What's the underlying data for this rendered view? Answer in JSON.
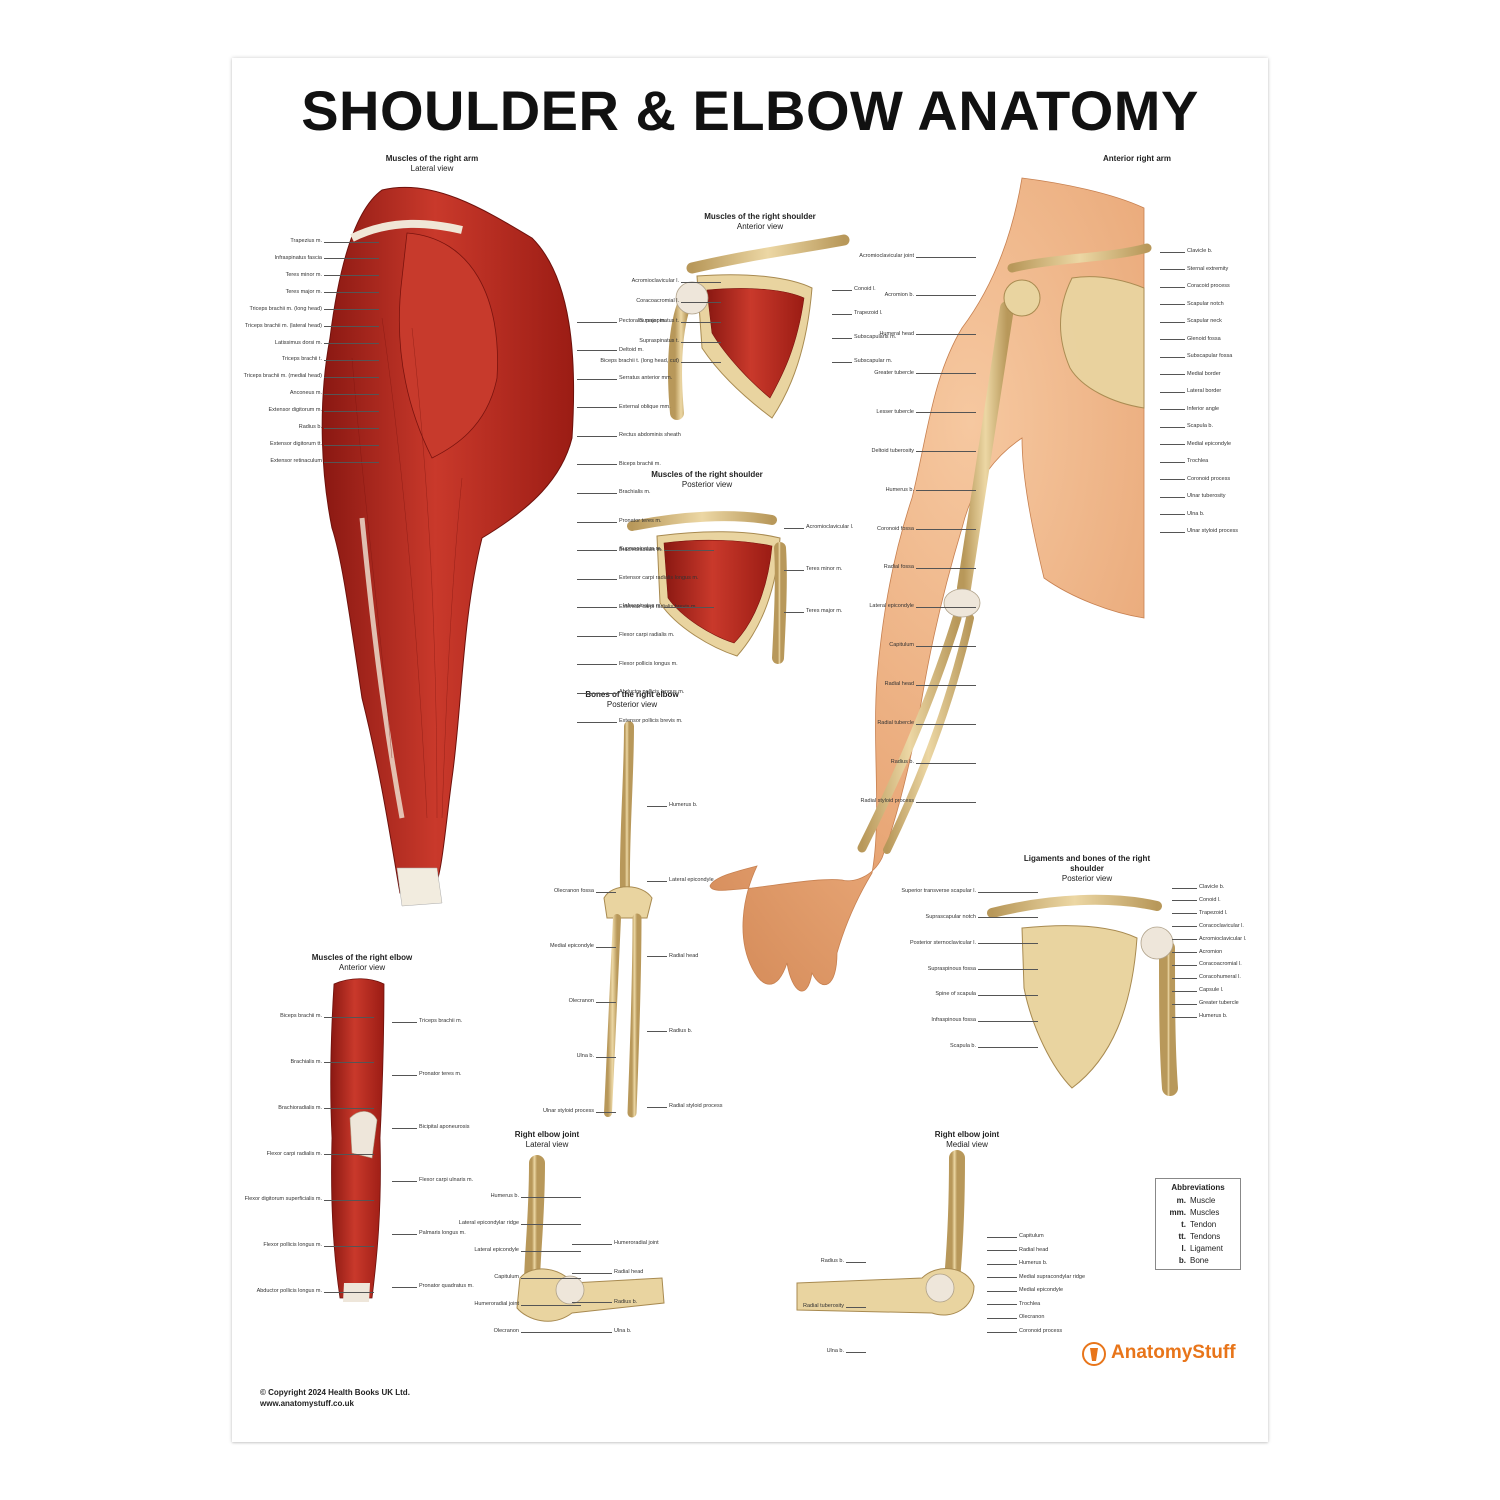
{
  "title": "SHOULDER & ELBOW ANATOMY",
  "figures": {
    "lateral_arm": {
      "title": "Muscles of the right arm",
      "subtitle": "Lateral view",
      "labels_left": [
        "Trapezius m.",
        "Infraspinatus fascia",
        "Teres minor m.",
        "Teres major m.",
        "Triceps brachii m. (long head)",
        "Triceps brachii m. (lateral head)",
        "Latissimus dorsi m.",
        "Triceps brachii t.",
        "Triceps brachii m. (medial head)",
        "Anconeus m.",
        "Extensor digitorum m.",
        "Radius b.",
        "Extensor digitorum tt.",
        "Extensor retinaculum"
      ],
      "labels_right": [
        "Pectoralis major m.",
        "Deltoid m.",
        "Serratus anterior mm.",
        "External oblique mm.",
        "Rectus abdominis sheath",
        "Biceps brachii m.",
        "Brachialis m.",
        "Pronator teres m.",
        "Brachioradialis m.",
        "Extensor carpi radialis longus m.",
        "Extensor carpi radialis brevis m.",
        "Flexor carpi radialis m.",
        "Flexor pollicis longus m.",
        "Abductor pollicis longus m.",
        "Extensor pollicis brevis m."
      ]
    },
    "shoulder_anterior": {
      "title": "Muscles of the right shoulder",
      "subtitle": "Anterior view",
      "labels_left": [
        "Acromioclavicular l.",
        "Coracoacromial l.",
        "Supraspinatus t.",
        "Supraspinatus t.",
        "Biceps brachii t. (long head, cut)"
      ],
      "labels_right": [
        "Conoid l.",
        "Trapezoid l.",
        "Subscapularis m.",
        "Subscapular m."
      ]
    },
    "shoulder_posterior": {
      "title": "Muscles of the right shoulder",
      "subtitle": "Posterior view",
      "labels_left": [
        "Supraspinatus m.",
        "Infraspinatus m."
      ],
      "labels_right": [
        "Acromioclavicular l.",
        "Teres minor m.",
        "Teres major m."
      ]
    },
    "anterior_arm": {
      "title": "Anterior right arm",
      "labels_left": [
        "Acromioclavicular joint",
        "Acromion b.",
        "Humeral head",
        "Greater tubercle",
        "Lesser tubercle",
        "Deltoid tuberosity",
        "Humerus b.",
        "Coronoid fossa",
        "Radial fossa",
        "Lateral epicondyle",
        "Capitulum",
        "Radial head",
        "Radial tubercle",
        "Radius b.",
        "Radial styloid process"
      ],
      "labels_right": [
        "Clavicle b.",
        "Sternal extremity",
        "Coracoid process",
        "Scapular notch",
        "Scapular neck",
        "Glenoid fossa",
        "Subscapular fossa",
        "Medial border",
        "Lateral border",
        "Inferior angle",
        "Scapula b.",
        "Medial epicondyle",
        "Trochlea",
        "Coronoid process",
        "Ulnar tuberosity",
        "Ulna b.",
        "Ulnar styloid process"
      ]
    },
    "elbow_bones": {
      "title": "Bones of the right elbow",
      "subtitle": "Posterior view",
      "labels_left": [
        "Olecranon fossa",
        "Medial epicondyle",
        "Olecranon",
        "Ulna b.",
        "Ulnar styloid process"
      ],
      "labels_right": [
        "Humerus b.",
        "Lateral epicondyle",
        "Radial head",
        "Radius b.",
        "Radial styloid process"
      ]
    },
    "ligaments": {
      "title": "Ligaments and bones of the right shoulder",
      "subtitle": "Posterior view",
      "labels_left": [
        "Superior transverse scapular l.",
        "Suprascapular notch",
        "Posterior sternoclavicular l.",
        "Supraspinous fossa",
        "Spine of scapula",
        "Infraspinous fossa",
        "Scapula b."
      ],
      "labels_right": [
        "Clavicle b.",
        "Conoid l.",
        "Trapezoid l.",
        "Coracoclavicular l.",
        "Acromioclavicular l.",
        "Acromion",
        "Coracoacromial l.",
        "Coracohumeral l.",
        "Capsule l.",
        "Greater tubercle",
        "Humerus b."
      ]
    },
    "elbow_muscles": {
      "title": "Muscles of the right elbow",
      "subtitle": "Anterior view",
      "labels_left": [
        "Biceps brachii m.",
        "Brachialis m.",
        "Brachioradialis m.",
        "Flexor carpi radialis m.",
        "Flexor digitorum superficialis m.",
        "Flexor pollicis longus m.",
        "Abductor pollicis longus m."
      ],
      "labels_right": [
        "Triceps brachii m.",
        "Pronator teres m.",
        "Bicipital aponeurosis",
        "Flexor carpi ulnaris m.",
        "Palmaris longus m.",
        "Pronator quadratus m."
      ]
    },
    "elbow_lateral": {
      "title": "Right elbow joint",
      "subtitle": "Lateral view",
      "labels_left": [
        "Humerus b.",
        "Lateral epicondylar ridge",
        "Lateral epicondyle",
        "Capitulum",
        "Humeroradial joint",
        "Olecranon"
      ],
      "labels_right": [
        "Humeroradial joint",
        "Radial head",
        "Radius b.",
        "Ulna b."
      ]
    },
    "elbow_medial": {
      "title": "Right elbow joint",
      "subtitle": "Medial view",
      "labels_left": [
        "Radius b.",
        "Radial tuberosity",
        "Ulna b."
      ],
      "labels_right": [
        "Capitulum",
        "Radial head",
        "Humerus b.",
        "Medial supracondylar ridge",
        "Medial epicondyle",
        "Trochlea",
        "Olecranon",
        "Coronoid process"
      ]
    }
  },
  "abbreviations": {
    "title": "Abbreviations",
    "rows": [
      {
        "k": "m.",
        "v": "Muscle"
      },
      {
        "k": "mm.",
        "v": "Muscles"
      },
      {
        "k": "t.",
        "v": "Tendon"
      },
      {
        "k": "tt.",
        "v": "Tendons"
      },
      {
        "k": "l.",
        "v": "Ligament"
      },
      {
        "k": "b.",
        "v": "Bone"
      }
    ]
  },
  "copyright": {
    "line1": "© Copyright 2024 Health Books UK Ltd.",
    "line2": "www.anatomystuff.co.uk"
  },
  "logo": {
    "text": "AnatomyStuff"
  },
  "colors": {
    "muscle": "#b8241c",
    "muscle_dark": "#8a1812",
    "bone": "#e2c98f",
    "bone_dark": "#b8985a",
    "skin": "#e9a878",
    "accent": "#e8751a"
  }
}
